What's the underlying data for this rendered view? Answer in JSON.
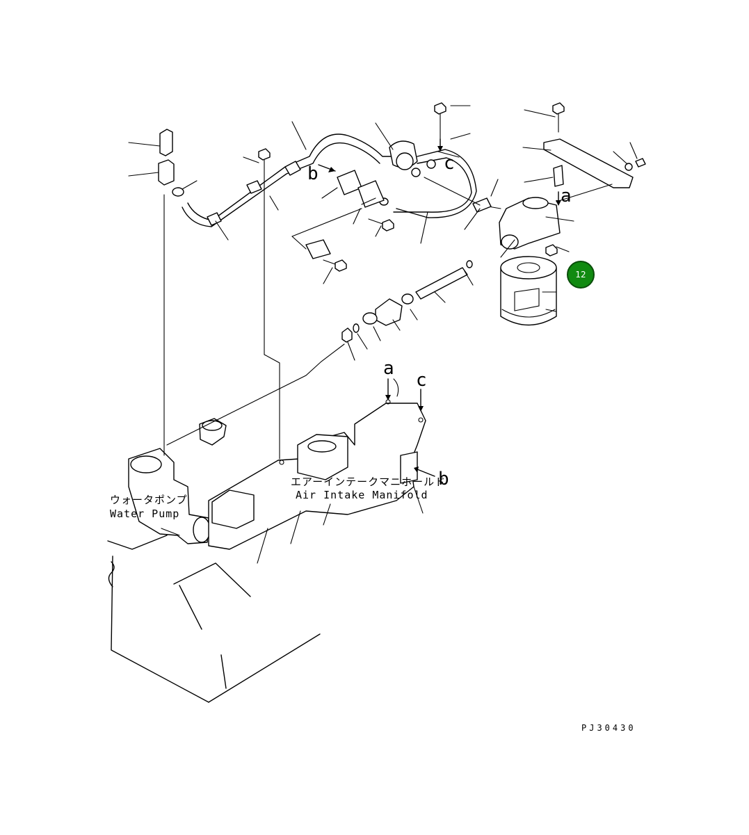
{
  "labels": {
    "water_pump_jp": "ウォータポンプ",
    "water_pump_en": "Water Pump",
    "manifold_jp": "エアーインテークマニホールド",
    "manifold_en": "Air Intake Manifold",
    "ref_a_upper": "a",
    "ref_b_upper": "b",
    "ref_c_upper": "c",
    "ref_a_lower": "a",
    "ref_c_lower": "c",
    "ref_b_lower": "b"
  },
  "callout": {
    "number": "12",
    "color": "#118a11",
    "border": "#0a4d0a"
  },
  "drawing_code": "PJ30430"
}
